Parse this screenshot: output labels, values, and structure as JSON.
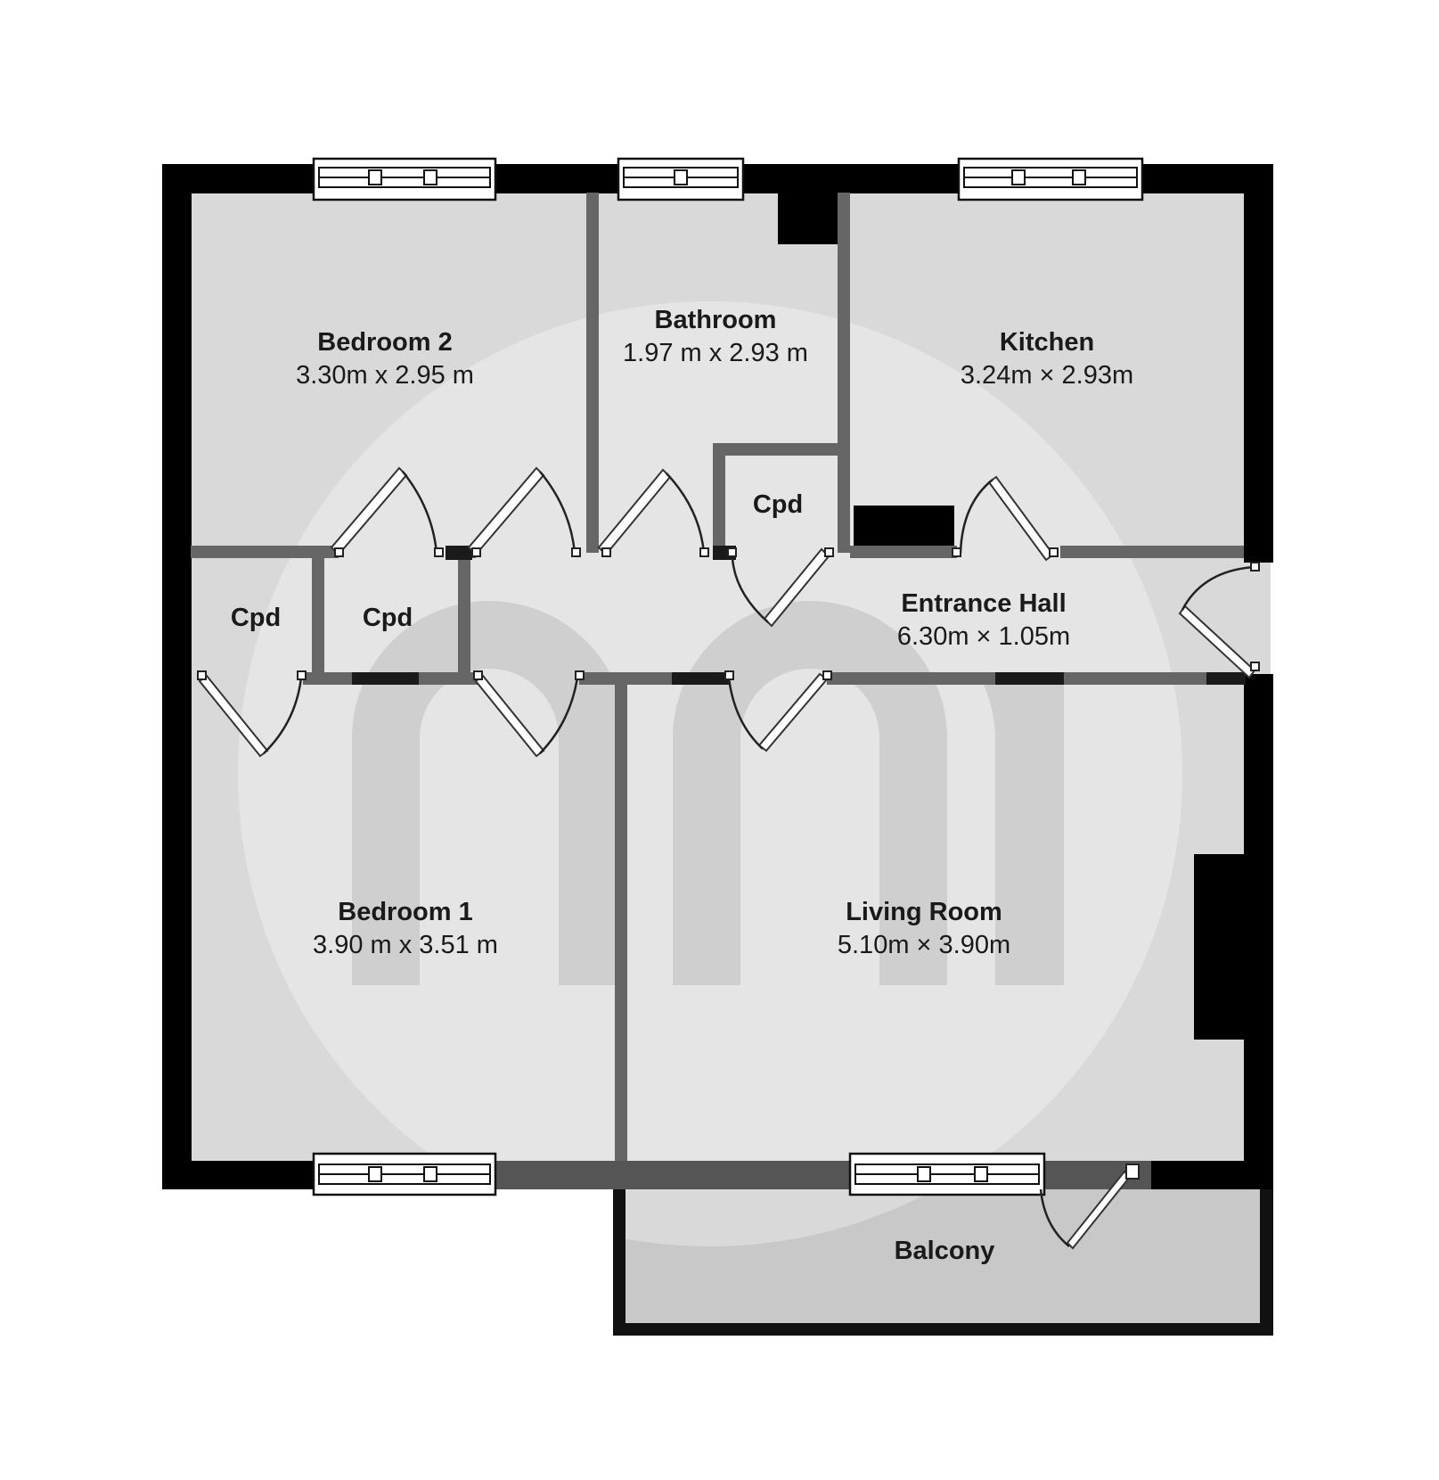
{
  "rooms": {
    "bedroom2": {
      "name": "Bedroom 2",
      "dims": "3.30m x 2.95 m"
    },
    "bathroom": {
      "name": "Bathroom",
      "dims": "1.97 m x 2.93 m"
    },
    "kitchen": {
      "name": "Kitchen",
      "dims": "3.24m × 2.93m"
    },
    "cpd_bath": {
      "name": "Cpd"
    },
    "cpd_left": {
      "name": "Cpd"
    },
    "cpd_mid": {
      "name": "Cpd"
    },
    "hall": {
      "name": "Entrance Hall",
      "dims": "6.30m × 1.05m"
    },
    "bedroom1": {
      "name": "Bedroom 1",
      "dims": "3.90 m x 3.51 m"
    },
    "living": {
      "name": "Living Room",
      "dims": "5.10m × 3.90m"
    },
    "balcony": {
      "name": "Balcony"
    }
  },
  "colors": {
    "room_fill": "#d9d9d9",
    "balcony_fill": "#c8c8c8",
    "outer_wall": "#000000",
    "inner_wall": "#666666",
    "watermark": "#ffffff"
  }
}
